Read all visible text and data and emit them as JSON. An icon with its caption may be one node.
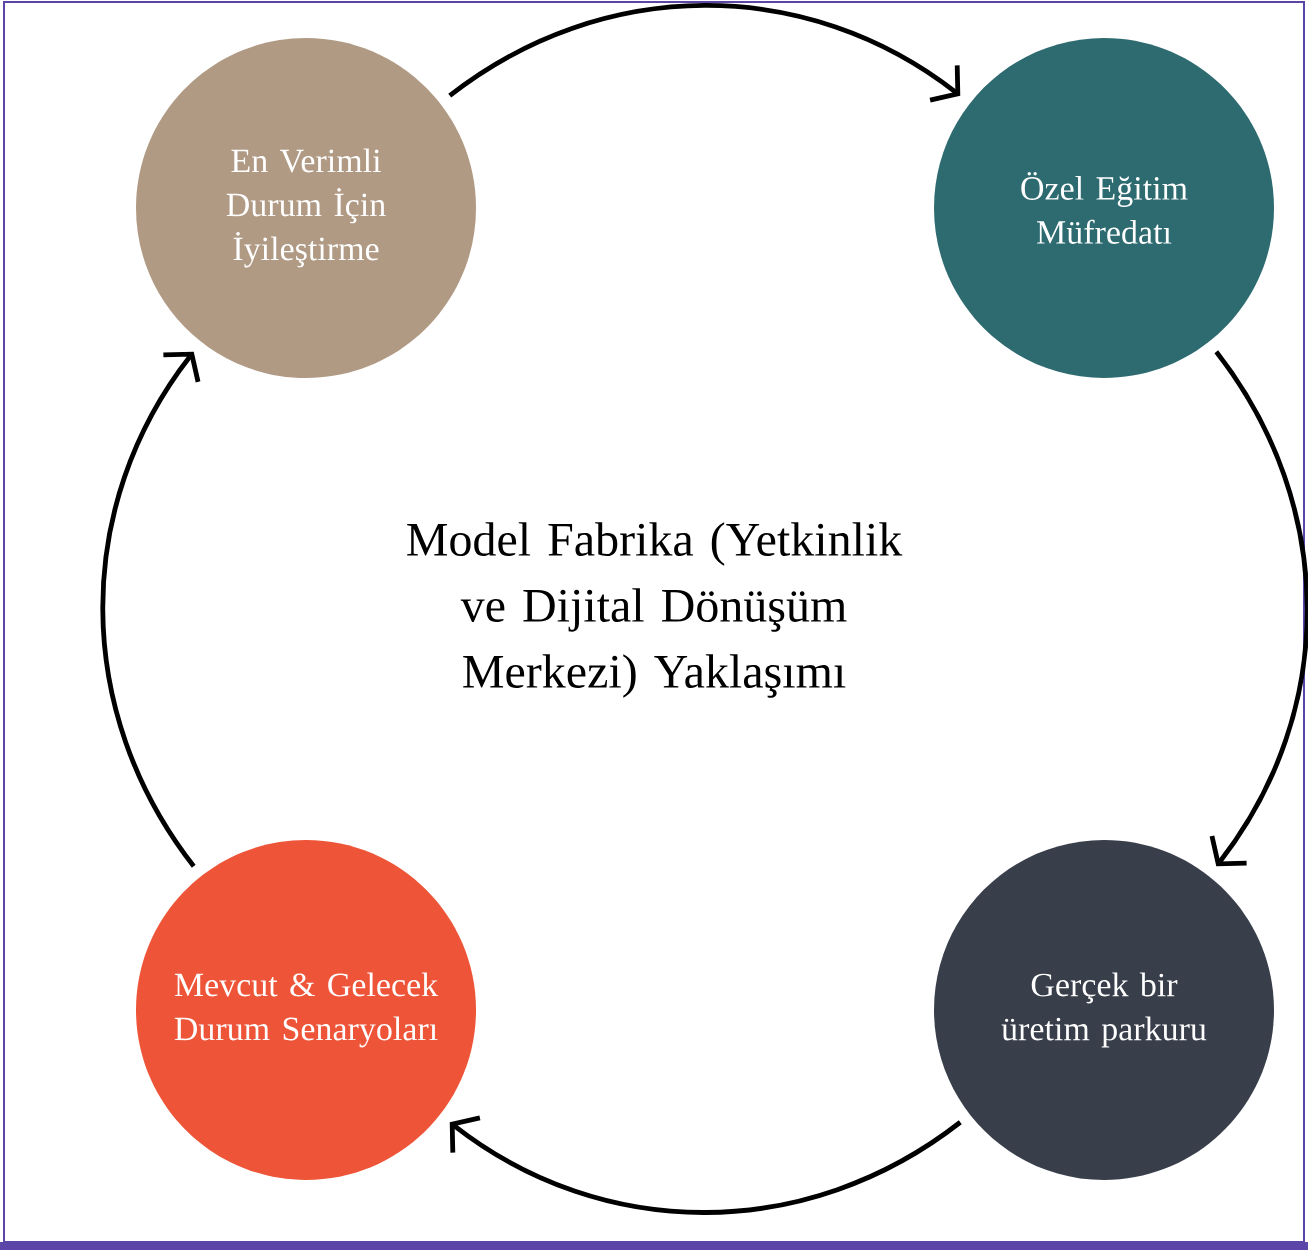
{
  "diagram": {
    "nodes": [
      {
        "text": [
          "En Verimli Durum İçin İyileştirme"
        ]
      },
      {
        "text": [
          "Özel Eğitim Müfredatı"
        ]
      },
      {
        "text": [
          "Gerçek bir üretim parkuru"
        ]
      },
      {
        "text": [
          "Mevcut & Gelecek Durum Senaryoları"
        ]
      }
    ],
    "edges": [
      {
        "from": 0,
        "to": 1,
        "arrow": "to"
      },
      {
        "from": 1,
        "to": 2,
        "arrow": "to"
      },
      {
        "from": 2,
        "to": 3,
        "arrow": "to"
      },
      {
        "from": 3,
        "to": 0,
        "arrow": "to"
      }
    ],
    "labels": [
      "Model Fabrika (Yetkinlik ve Dijital Dönüşüm Merkezi) Yaklaşımı"
    ]
  }
}
